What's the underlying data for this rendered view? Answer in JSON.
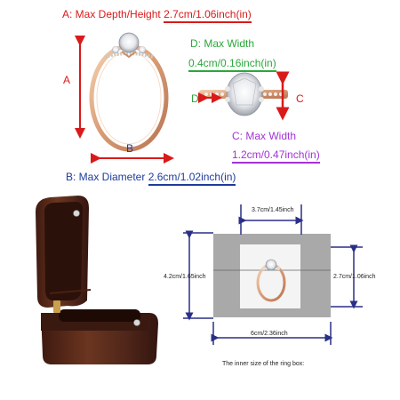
{
  "top": {
    "a_label": "A: Max Depth/Height",
    "a_value": "2.7cm/1.06inch(in)",
    "d_label": "D: Max Width",
    "d_value": "0.4cm/0.16inch(in)",
    "c_label": "C: Max Width",
    "c_value": "1.2cm/0.47inch(in)",
    "b_label": "B: Max Diameter",
    "b_value": "2.6cm/1.02inch(in)",
    "letter_a": "A",
    "letter_b": "B",
    "letter_c": "C",
    "letter_d": "D"
  },
  "box_diagram": {
    "top_width": "3.7cm/1.45inch",
    "left_height": "4.2cm/1.65inch",
    "right_height": "2.7cm/1.06inch",
    "bottom_width": "6cm/2.36inch",
    "caption": "The inner size of the ring box:"
  },
  "colors": {
    "red": "#d91a1a",
    "green": "#29a83a",
    "purple": "#a433d6",
    "blue": "#1e3c9a",
    "navy_dim": "#2a2f86",
    "walnut": "#5a2d1c"
  }
}
